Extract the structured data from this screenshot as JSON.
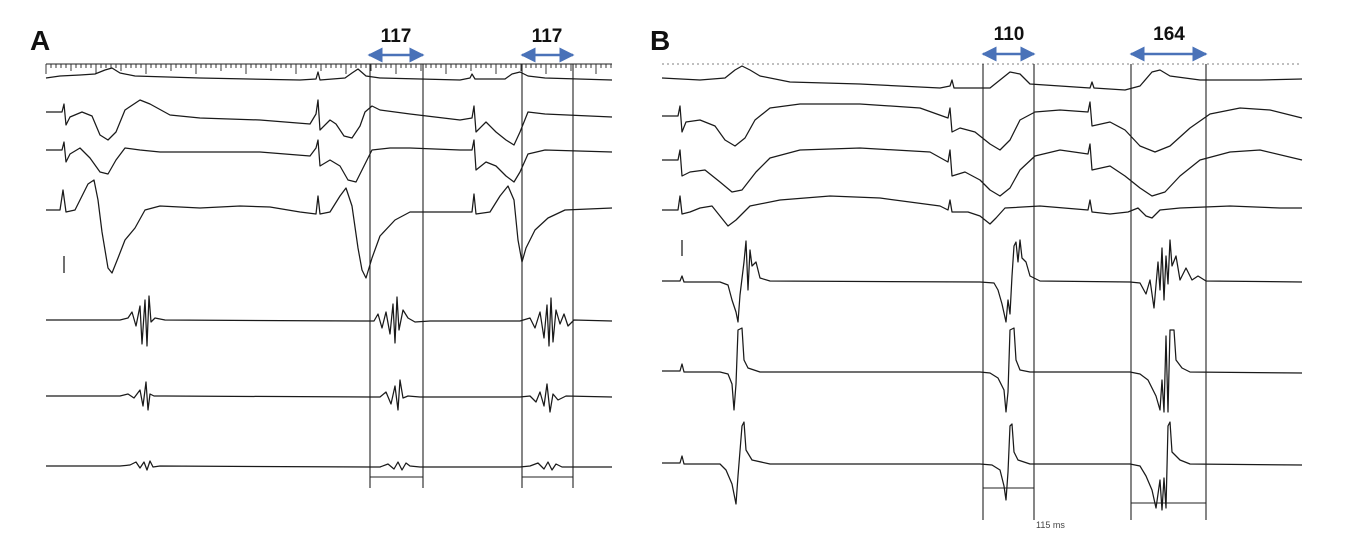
{
  "panels": [
    {
      "label": "A",
      "measurements": [
        {
          "value": "117"
        },
        {
          "value": "117"
        }
      ]
    },
    {
      "label": "B",
      "measurements": [
        {
          "value": "110"
        },
        {
          "value": "164"
        }
      ],
      "scale_note": "115 ms"
    }
  ],
  "colors": {
    "arrow": "#4a72b8",
    "trace": "#1a1a1a"
  },
  "icons": [
    "double-headed-arrow-icon"
  ]
}
